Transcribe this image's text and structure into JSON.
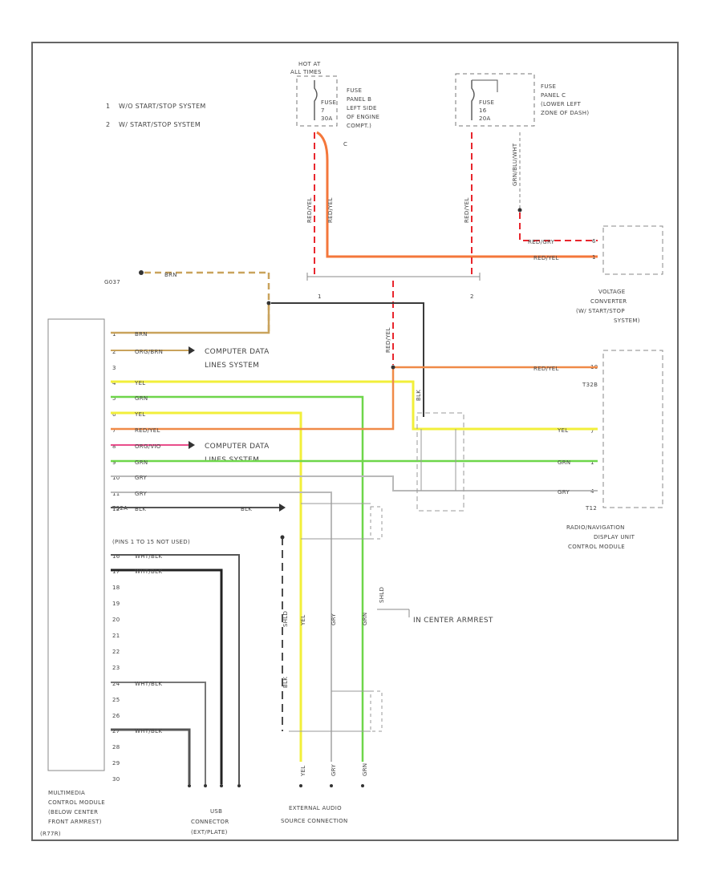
{
  "legend": {
    "n1": "1",
    "t1": "W/O START/STOP SYSTEM",
    "n2": "2",
    "t2": "W/ START/STOP SYSTEM"
  },
  "fuse_a": {
    "hot": "HOT AT",
    "hot2": "ALL TIMES",
    "fuse": "FUSE",
    "num": "7",
    "amps": "30A",
    "panel": [
      "FUSE",
      "PANEL B",
      "LEFT SIDE",
      "OF ENGINE",
      "COMPT.)"
    ],
    "c": "C"
  },
  "fuse_b": {
    "fuse": "FUSE",
    "num": "16",
    "amps": "20A",
    "panel": [
      "FUSE",
      "PANEL C",
      "(LOWER LEFT",
      "ZONE OF DASH)"
    ]
  },
  "wires": {
    "red_yel": "RED/YEL",
    "red_gry": "RED/GRY",
    "grn_blu_wht": "GRN/BLU/WHT",
    "yel": "YEL",
    "grn": "GRN",
    "gry": "GRY",
    "brn": "BRN",
    "org_brn": "ORG/BRN",
    "org_vio": "ORG/VIO",
    "blk": "BLK",
    "wht_blk": "WHT/BLK",
    "shld": "SHLD"
  },
  "labels": {
    "g037": "G037",
    "voltage_converter": [
      "VOLTAGE",
      "CONVERTER",
      "(W/ START/STOP",
      "SYSTEM)"
    ],
    "computer_data": [
      "COMPUTER DATA",
      "LINES SYSTEM"
    ],
    "radio": [
      "RADIO/NAVIGATION",
      "DISPLAY UNIT",
      "CONTROL MODULE"
    ],
    "t32b": "T32B",
    "t12": "T12",
    "t32a": "T32A",
    "pins_note": "(PINS 1 TO 15 NOT USED)",
    "armrest": "IN CENTER ARMREST",
    "multimedia": [
      "MULTIMEDIA",
      "CONTROL MODULE",
      "(BELOW CENTER",
      "FRONT ARMREST)",
      "(R77R)"
    ],
    "usb": [
      "USB",
      "CONNECTOR",
      "(EXT/PLATE)"
    ],
    "external": [
      "EXTERNAL AUDIO",
      "SOURCE CONNECTION"
    ],
    "splice1": "1",
    "splice2": "2"
  },
  "pins_left": [
    "1",
    "2",
    "3",
    "4",
    "5",
    "6",
    "7",
    "8",
    "9",
    "10",
    "11",
    "12",
    "",
    "",
    "16",
    "17",
    "18",
    "19",
    "20",
    "21",
    "22",
    "23",
    "24",
    "25",
    "26",
    "27",
    "28",
    "29",
    "30"
  ],
  "colors": {
    "red": "#e8262d",
    "orange": "#f4773b",
    "yellow": "#f2ef3a",
    "green": "#6ed64a",
    "grey": "#b9b9b9",
    "brown": "#c9a35c",
    "black": "#3a3a3a",
    "pink": "#e94d8b",
    "dark_orange": "#f08a48",
    "border": "#555555"
  }
}
